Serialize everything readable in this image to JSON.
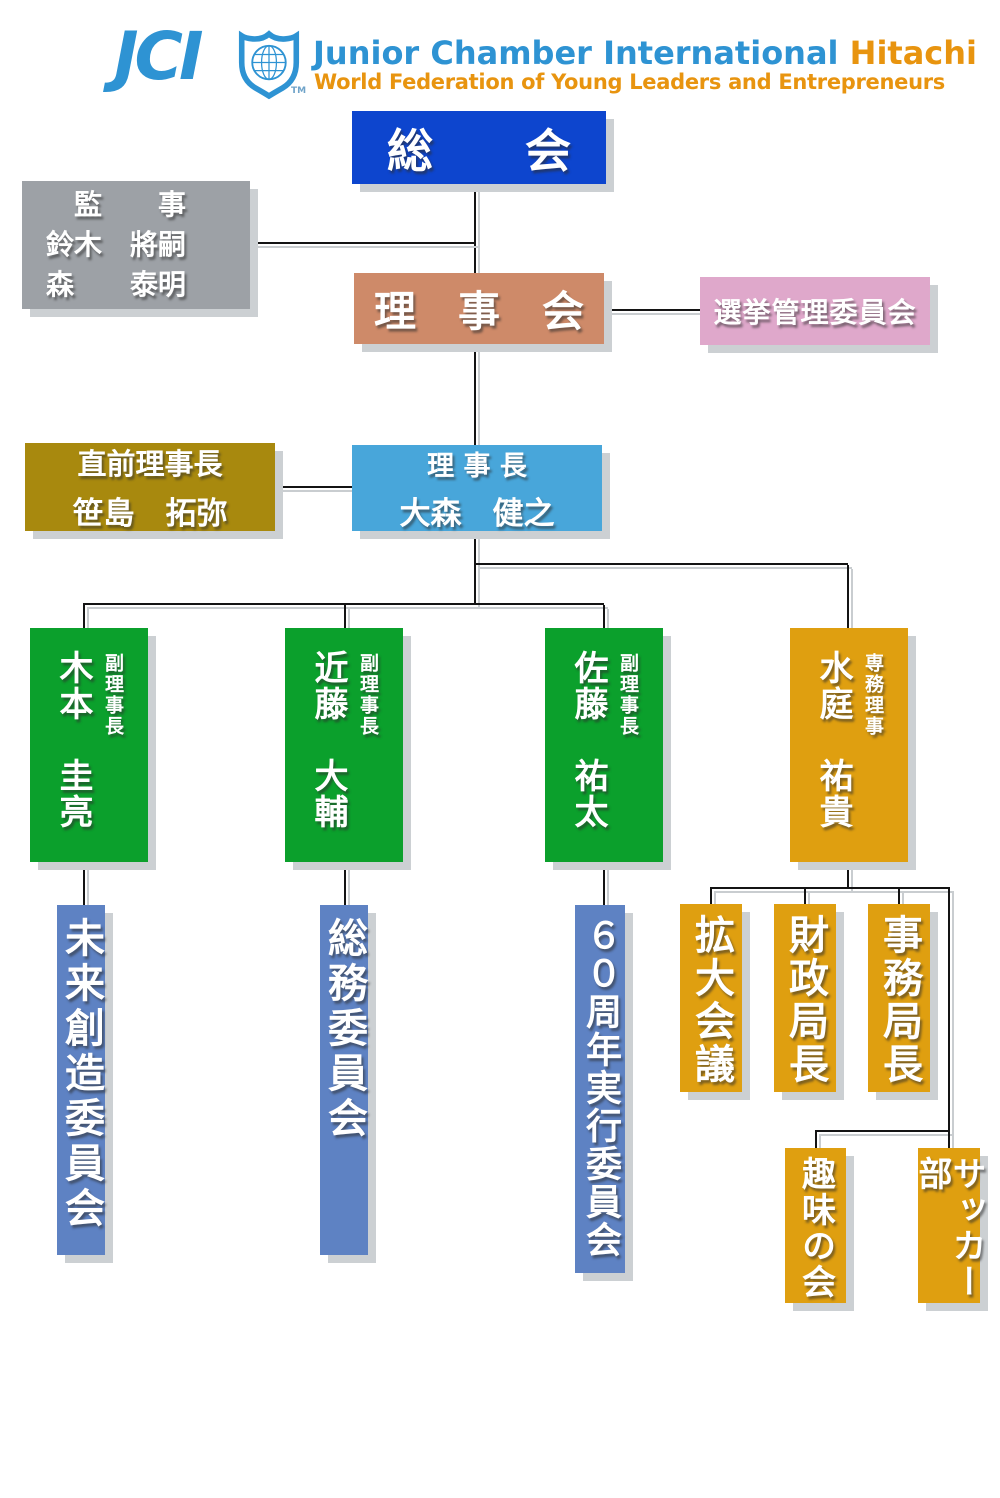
{
  "header": {
    "logo": "JCI",
    "tm": "TM",
    "title": "Junior Chamber International",
    "title_suffix": "Hitachi",
    "subtitle": "World Federation of Young Leaders and Entrepreneurs"
  },
  "chart": {
    "general_assembly": "総　　会",
    "auditors": {
      "title_line": "　監　　事",
      "member1": "鈴木　將嗣",
      "member2": "森　　泰明"
    },
    "board": "理　事　会",
    "election_committee": "選挙管理委員会",
    "past_president": {
      "title": "直前理事長",
      "name": "笹島　拓弥"
    },
    "president": {
      "title": "理 事 長",
      "name": "大森　健之"
    },
    "vice_presidents": [
      {
        "title": "副理事長",
        "name": "木本　圭亮"
      },
      {
        "title": "副理事長",
        "name": "近藤　大輔"
      },
      {
        "title": "副理事長",
        "name": "佐藤　祐太"
      }
    ],
    "executive_director": {
      "title": "専務理事",
      "name": "水庭　祐貴"
    },
    "committees": [
      "未来創造委員会",
      "総務委員会",
      "６０周年実行委員会"
    ],
    "bureaus": [
      "拡大会議",
      "財政局長",
      "事務局長"
    ],
    "clubs": [
      "趣味の会",
      "サッカー部"
    ]
  },
  "colors": {
    "logo_blue": "#2e93d3",
    "logo_orange": "#e8940f",
    "assembly_blue": "#0d45ce",
    "auditor_gray": "#9da1a6",
    "board_salmon": "#ce8a69",
    "election_pink": "#dfa8cb",
    "past_president_mustard": "#a8890e",
    "president_sky": "#48a6da",
    "vp_green": "#0ba02c",
    "director_gold": "#df9f10",
    "committee_steelblue": "#5e82c3",
    "line_black": "#141414"
  }
}
